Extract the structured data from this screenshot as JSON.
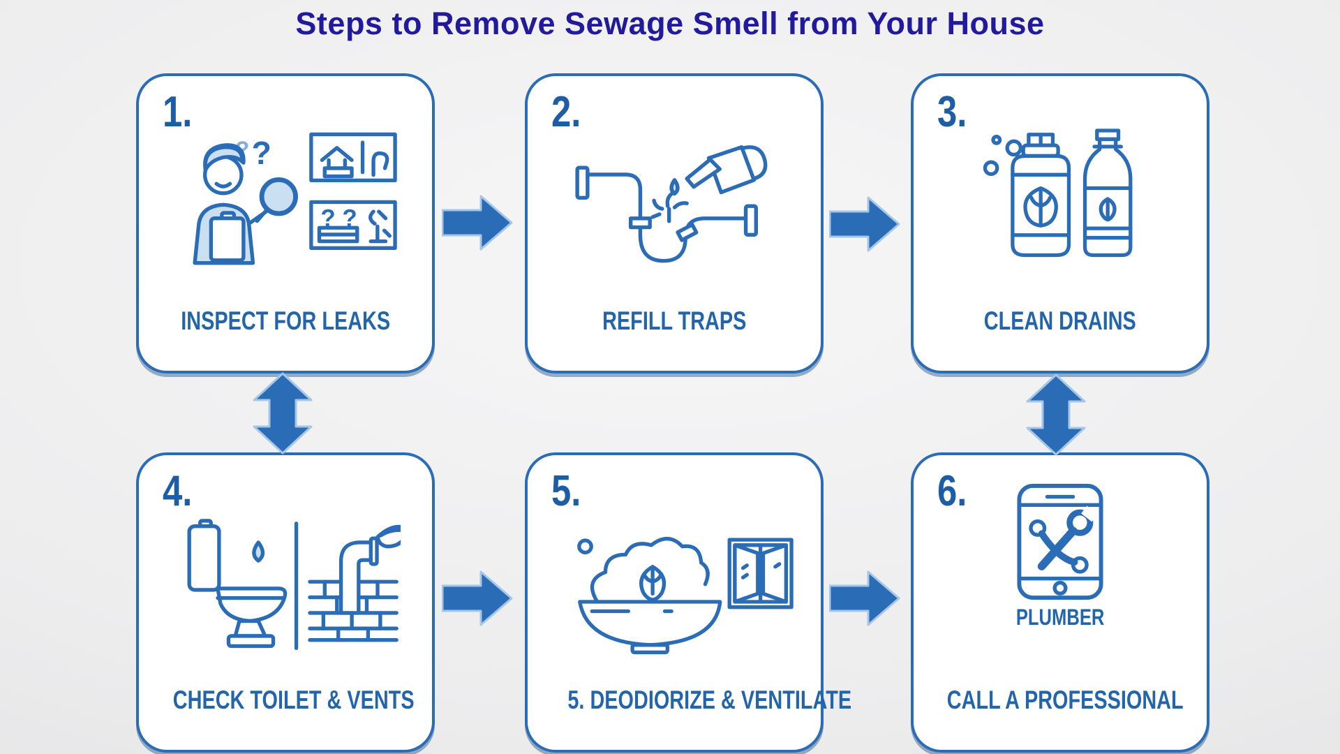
{
  "title": "Steps to Remove Sewage Smell from Your House",
  "colors": {
    "background": "#ededee",
    "title_color": "#211a9c",
    "accent": "#2a6cb5",
    "number_color": "#1d5da6",
    "label_color": "#2265ab",
    "box_fill": "#ffffff",
    "icon_light": "#cbdff3"
  },
  "steps": [
    {
      "number": "1.",
      "label": "INSPECT FOR LEAKS",
      "icon": "inspect-for-leaks-icon",
      "icon_texts": [
        "?",
        "?",
        "? ?"
      ]
    },
    {
      "number": "2.",
      "label": "REFILL TRAPS",
      "icon": "refill-traps-icon"
    },
    {
      "number": "3.",
      "label": "CLEAN DRAINS",
      "icon": "clean-drains-icon"
    },
    {
      "number": "4.",
      "label": "CHECK TOILET & VENTS",
      "icon": "check-toilet-vents-icon"
    },
    {
      "number": "5.",
      "label": "5. DEODIORIZE & VENTILATE",
      "icon": "deodorize-ventilate-icon"
    },
    {
      "number": "6.",
      "label": "CALL A PROFESSIONAL",
      "icon": "call-plumber-icon",
      "icon_caption": "PLUMBER"
    }
  ],
  "arrows": [
    {
      "name": "arrow-right-step1-step2",
      "type": "right"
    },
    {
      "name": "arrow-right-step2-step3",
      "type": "right"
    },
    {
      "name": "arrow-updown-step1-step4",
      "type": "vertical-double"
    },
    {
      "name": "arrow-updown-step3-step6",
      "type": "vertical-double"
    },
    {
      "name": "arrow-right-step4-step5",
      "type": "right"
    },
    {
      "name": "arrow-right-step5-step6",
      "type": "right"
    }
  ]
}
